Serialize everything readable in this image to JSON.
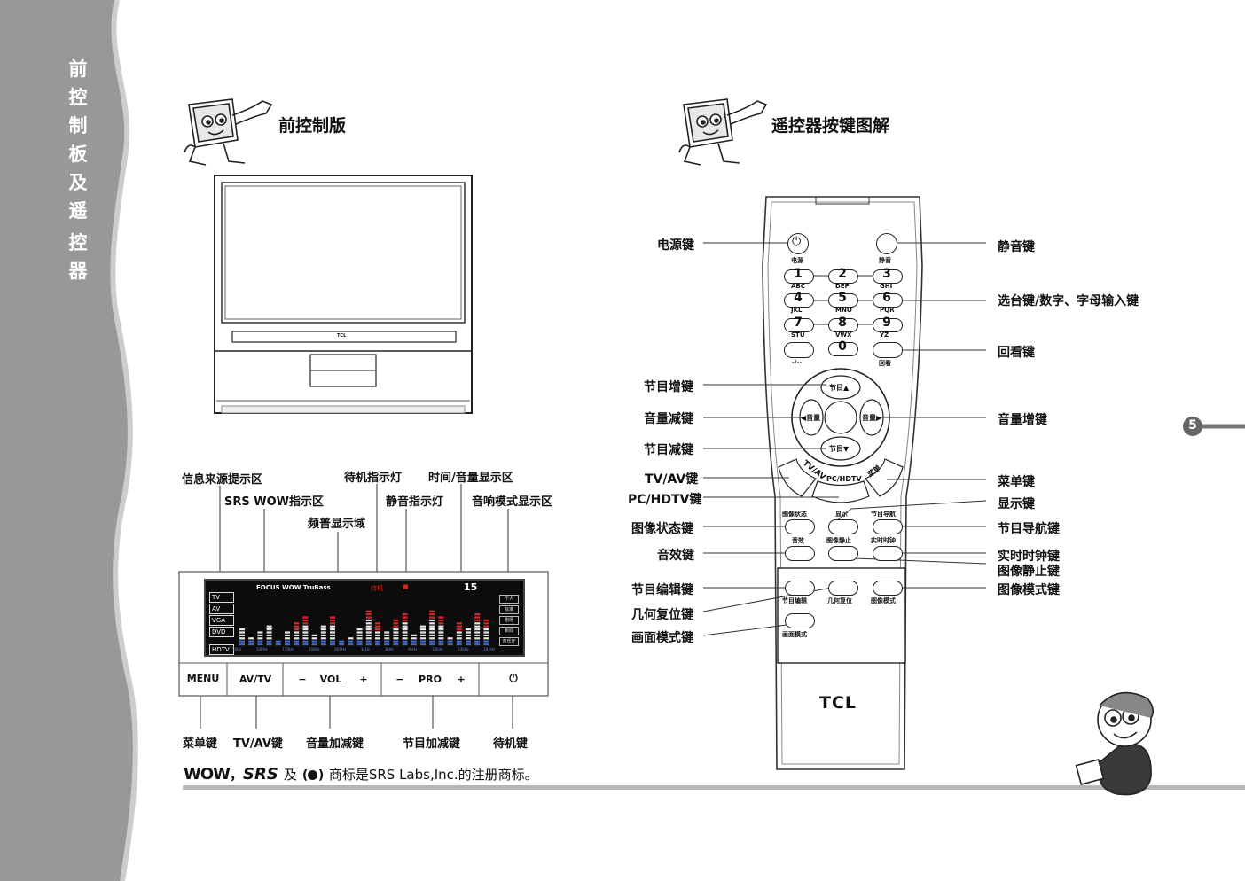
{
  "sidebar": {
    "title_chars": [
      "前",
      "控",
      "制",
      "板",
      "及",
      "遥",
      "控",
      "器"
    ]
  },
  "page_number": "5",
  "front_panel": {
    "heading": "前控制版",
    "tv_brand": "TCL",
    "callouts_top": {
      "info_source": "信息来源提示区",
      "srs_wow": "SRS WOW指示区",
      "spectrum": "频普显示域",
      "standby_light": "待机指示灯",
      "mute_light": "静音指示灯",
      "time_volume": "时间/音量显示区",
      "sound_mode": "音响模式显示区"
    },
    "display": {
      "sources": [
        "TV",
        "AV",
        "VGA",
        "DVD",
        "HDTV"
      ],
      "logos": "FOCUS WOW TruBass",
      "standby_text": "待机",
      "mute_text": "■",
      "number": "15",
      "modes": [
        "个人",
        "标准",
        "剧场",
        "新闻",
        "音乐厅"
      ],
      "band_freq": [
        "50Hz",
        "100Hz",
        "170Hz",
        "300Hz",
        "600Hz",
        "1kHz",
        "3kHz",
        "6kHz",
        "12kHz",
        "14kHz",
        "16kHz"
      ]
    },
    "buttons": {
      "menu": "MENU",
      "avtv": "AV/TV",
      "vol": "VOL",
      "pro": "PRO",
      "minus": "−",
      "plus": "+",
      "power": "⏻"
    },
    "callouts_bottom": {
      "menu_key": "菜单键",
      "tvav_key": "TV/AV键",
      "vol_key": "音量加减键",
      "pro_key": "节目加减键",
      "standby_key": "待机键"
    },
    "trademark": {
      "wow": "WOW",
      "comma": "，",
      "srs": "SRS",
      "ji": "及",
      "rest": "商标是SRS Labs,Inc.的注册商标。"
    }
  },
  "remote": {
    "heading": "遥控器按键图解",
    "brand": "TCL",
    "button_labels": {
      "power": "电源",
      "mute": "静音",
      "recall": "回看",
      "dash": "-/--",
      "ch_up": "节目▲",
      "ch_down": "节目▼",
      "vol_left": "◀音量",
      "vol_right": "音量▶",
      "tvav": "TV/AV",
      "pchdtv": "PC/HDTV",
      "menu": "菜单",
      "picture_state": "图像状态",
      "display": "显示",
      "program_guide": "节目导航",
      "sound_effect": "音效",
      "freeze": "图像静止",
      "clock": "实时时钟",
      "prog_edit": "节目编辑",
      "geometry": "几何复位",
      "picture_mode": "图像模式",
      "screen_mode": "画面模式"
    },
    "digits": [
      {
        "num": "1",
        "letters": "ABC"
      },
      {
        "num": "2",
        "letters": "DEF"
      },
      {
        "num": "3",
        "letters": "GHI"
      },
      {
        "num": "4",
        "letters": "JKL"
      },
      {
        "num": "5",
        "letters": "MNO"
      },
      {
        "num": "6",
        "letters": "PQR"
      },
      {
        "num": "7",
        "letters": "STU"
      },
      {
        "num": "8",
        "letters": "VWX"
      },
      {
        "num": "9",
        "letters": "YZ"
      },
      {
        "num": "0",
        "letters": ""
      }
    ],
    "left_callouts": {
      "power_key": "电源键",
      "ch_up_key": "节目增键",
      "vol_down_key": "音量减键",
      "ch_down_key": "节目减键",
      "tvav_key": "TV/AV键",
      "pchdtv_key": "PC/HDTV键",
      "picture_state_key": "图像状态键",
      "sound_effect_key": "音效键",
      "prog_edit_key": "节目编辑键",
      "geometry_key": "几何复位键",
      "screen_mode_key": "画面模式键"
    },
    "right_callouts": {
      "mute_key": "静音键",
      "number_key": "选台键/数字、字母输入键",
      "recall_key": "回看键",
      "vol_up_key": "音量增键",
      "menu_key": "菜单键",
      "display_key": "显示键",
      "guide_key": "节目导航键",
      "clock_key": "实时时钟键",
      "freeze_key": "图像静止键",
      "picture_mode_key": "图像模式键"
    }
  }
}
